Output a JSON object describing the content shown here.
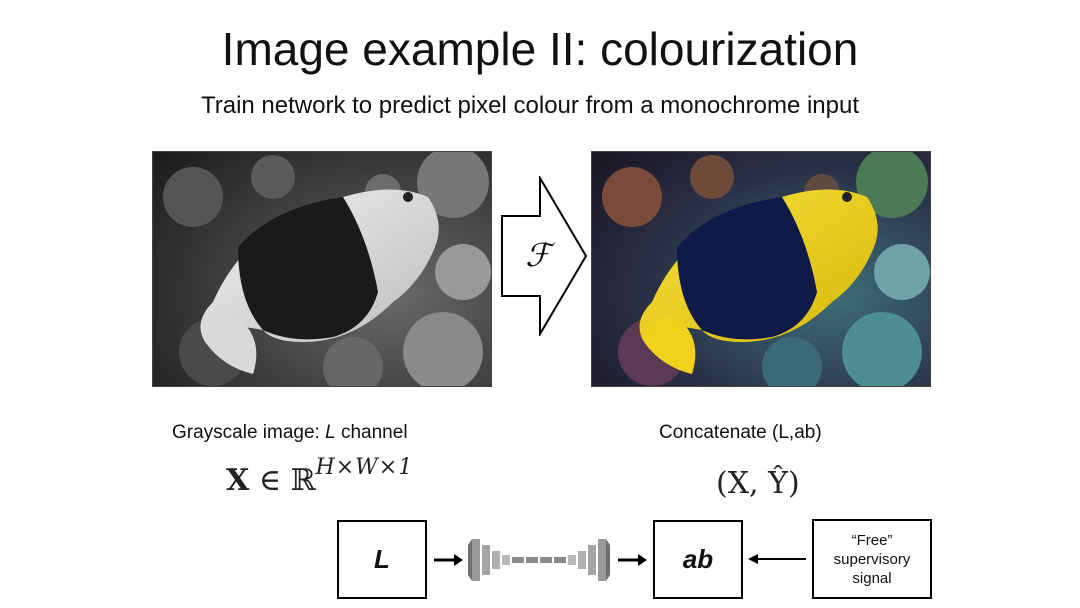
{
  "slide": {
    "title": "Image example II: colourization",
    "subtitle": "Train network to predict pixel colour from a monochrome input"
  },
  "arrow": {
    "label": "ℱ"
  },
  "captions": {
    "left_prefix": "Grayscale image: ",
    "left_italic": "L",
    "left_suffix": " channel",
    "right": "Concatenate (L,ab)"
  },
  "math": {
    "left_var": "X",
    "left_in": "∈",
    "left_set": "ℝ",
    "left_exp": "H×W×1",
    "right": "(X, Ŷ)"
  },
  "pipeline": {
    "input_label": "L",
    "output_label": "ab",
    "free_lines": [
      "“Free”",
      "supervisory",
      "signal"
    ]
  },
  "colors": {
    "fish_yellow": "#f2d21a",
    "fish_navy": "#101a45",
    "reef_teal": "#3d8a86"
  }
}
